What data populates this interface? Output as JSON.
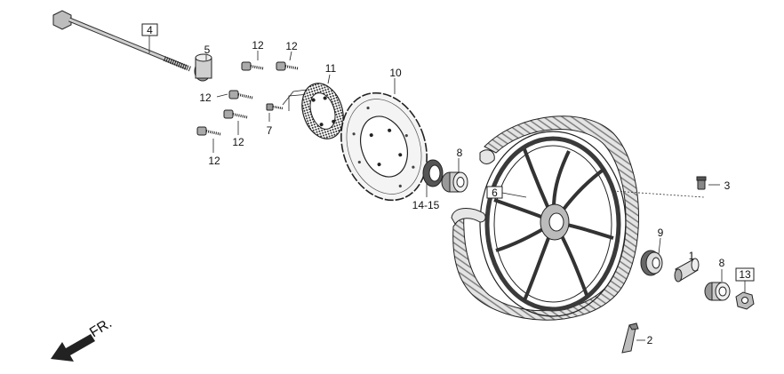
{
  "diagram": {
    "labels": {
      "p1": "1",
      "p2": "2",
      "p3": "3",
      "p4": "4",
      "p5": "5",
      "p6": "6",
      "p7": "7",
      "p8a": "8",
      "p8b": "8",
      "p9": "9",
      "p10": "10",
      "p11": "11",
      "p12a": "12",
      "p12b": "12",
      "p12c": "12",
      "p12d": "12",
      "p12e": "12",
      "p13": "13",
      "p14_15": "14-15"
    },
    "direction_label": "FR.",
    "boxed_labels": [
      "4",
      "6",
      "13"
    ],
    "colors": {
      "line": "#222222",
      "tire_tread": "#d8d8d8",
      "rim": "#3a3a3a",
      "background": "#ffffff"
    }
  }
}
